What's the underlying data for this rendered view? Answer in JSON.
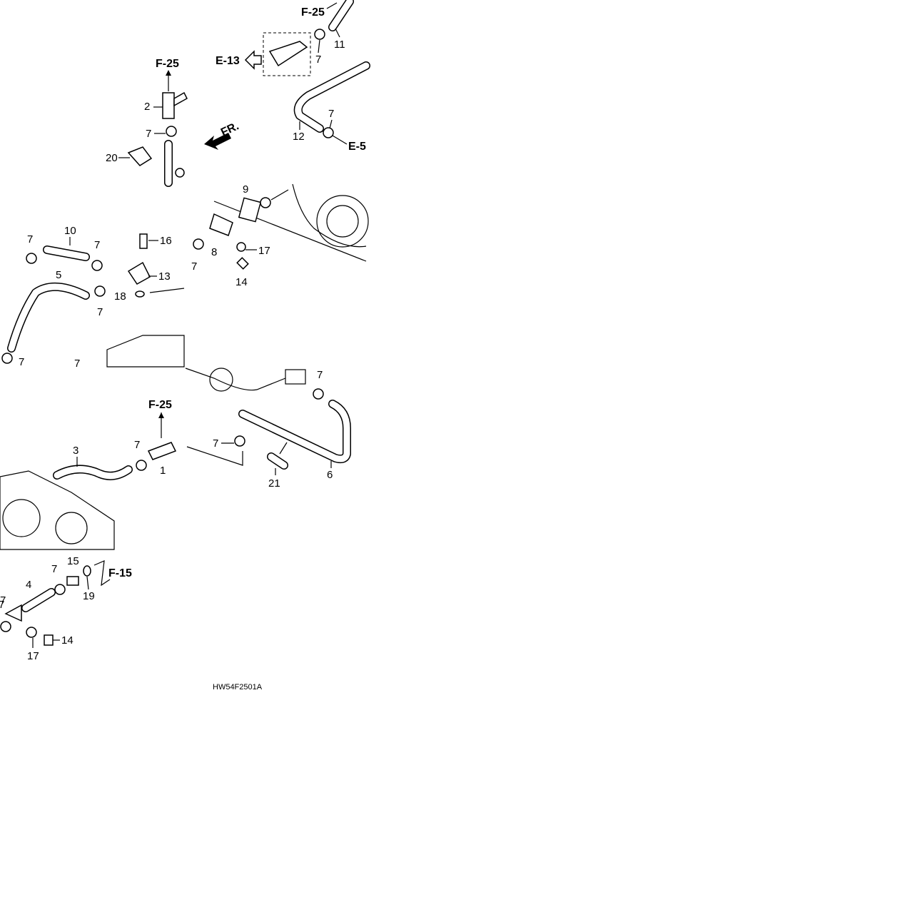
{
  "diagram_code": "HW54F2501A",
  "references": {
    "f25_top": "F-25",
    "f25_upper": "F-25",
    "f25_lower": "F-25",
    "e13": "E-13",
    "e5": "E-5",
    "f15": "F-15",
    "front": "FR."
  },
  "callouts": {
    "c1": "1",
    "c2": "2",
    "c3": "3",
    "c4": "4",
    "c5": "5",
    "c6": "6",
    "c7a": "7",
    "c7b": "7",
    "c7c": "7",
    "c7d": "7",
    "c7e": "7",
    "c7f": "7",
    "c7g": "7",
    "c7h": "7",
    "c7i": "7",
    "c7j": "7",
    "c7k": "7",
    "c7l": "7",
    "c7m": "7",
    "c7n": "7",
    "c7o": "7",
    "c8": "8",
    "c9": "9",
    "c10": "10",
    "c11": "11",
    "c12": "12",
    "c13": "13",
    "c14a": "14",
    "c14b": "14",
    "c15": "15",
    "c16": "16",
    "c17a": "17",
    "c17b": "17",
    "c18": "18",
    "c19": "19",
    "c20": "20",
    "c21": "21"
  }
}
